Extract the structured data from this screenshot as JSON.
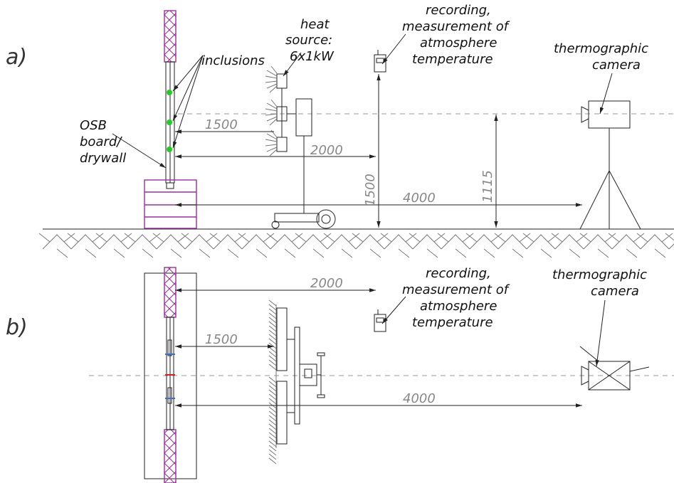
{
  "panel_a": {
    "panel_label": "a)",
    "inclusions": "inclusions",
    "osb": [
      "OSB",
      "board/",
      "drywall"
    ],
    "heat": [
      "heat",
      "source:",
      "6x1kW"
    ],
    "recording": [
      "recording,",
      "measurement of",
      "atmosphere",
      "temperature"
    ],
    "camera": [
      "thermographic",
      "camera"
    ],
    "dims": {
      "d1500": "1500",
      "d2000": "2000",
      "d4000": "4000",
      "h1500": "1500",
      "h1115": "1115"
    }
  },
  "panel_b": {
    "panel_label": "b)",
    "recording": [
      "recording,",
      "measurement of",
      "atmosphere",
      "temperature"
    ],
    "camera": [
      "thermographic",
      "camera"
    ],
    "dims": {
      "d2000": "2000",
      "d1500": "1500",
      "d4000": "4000"
    }
  },
  "colors": {
    "insulation": "#9b2f9b",
    "inclusion_green": "#22cc22",
    "marker_blue": "#3a6fd8",
    "marker_red": "#d82020",
    "line": "#222222",
    "dimension": "#888888"
  }
}
